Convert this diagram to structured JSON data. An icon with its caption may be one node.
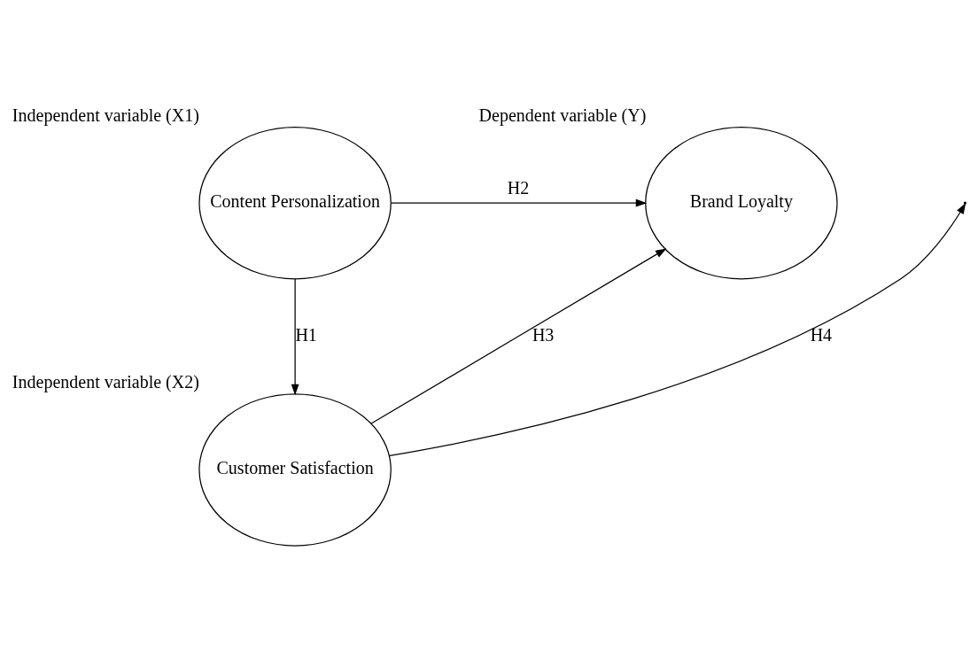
{
  "diagram": {
    "nodes": [
      {
        "text": [
          "Content Personalization"
        ],
        "beside": [
          "Independent variable (X1)"
        ]
      },
      {
        "text": [
          "Brand Loyalty"
        ],
        "beside": [
          "Dependent variable (Y)"
        ]
      },
      {
        "text": [
          "Customer Satisfaction"
        ],
        "beside": [
          "Independent variable (X2)"
        ]
      }
    ],
    "edges": [
      {
        "from": 0,
        "to": 2,
        "arrow": "to",
        "label": "H1"
      },
      {
        "from": 0,
        "to": 1,
        "arrow": "to",
        "label": "H2"
      },
      {
        "from": 2,
        "to": 1,
        "arrow": "to",
        "label": "H3"
      },
      {
        "from": 2,
        "to": null,
        "arrow": "to",
        "label": "H4"
      }
    ]
  }
}
